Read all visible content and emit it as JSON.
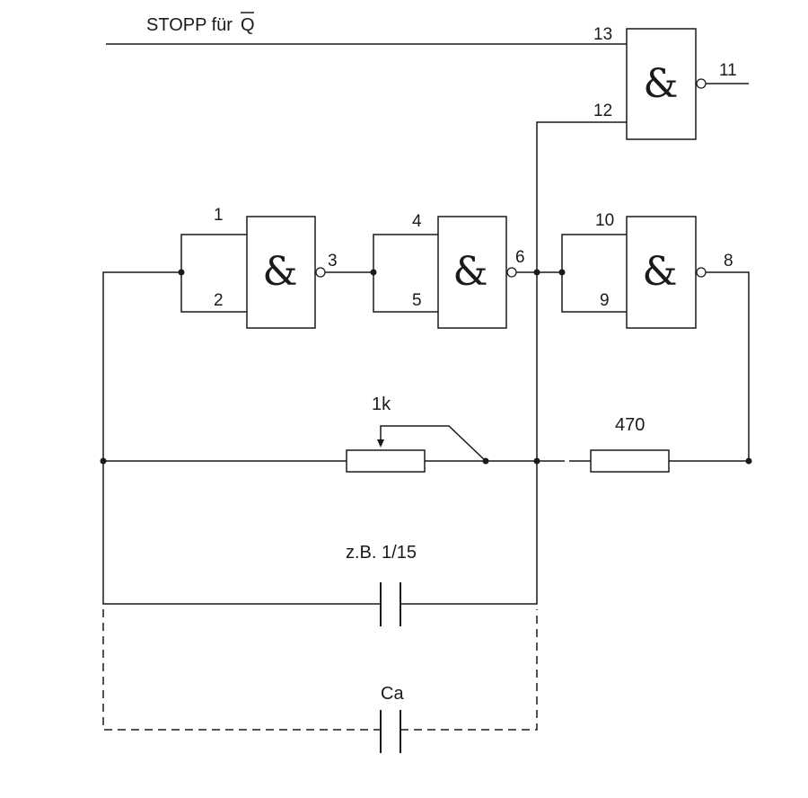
{
  "stop_label": "STOPP für",
  "stop_q": "Q",
  "gate_symbol": "&",
  "pins": {
    "p1": "1",
    "p2": "2",
    "p3": "3",
    "p4": "4",
    "p5": "5",
    "p6": "6",
    "p8": "8",
    "p9": "9",
    "p10": "10",
    "p11": "11",
    "p12": "12",
    "p13": "13"
  },
  "pot_label": "1k",
  "resistor_label": "470",
  "capacitor_label": "z.B. 1/15",
  "capacitor_extra_label": "Ca"
}
